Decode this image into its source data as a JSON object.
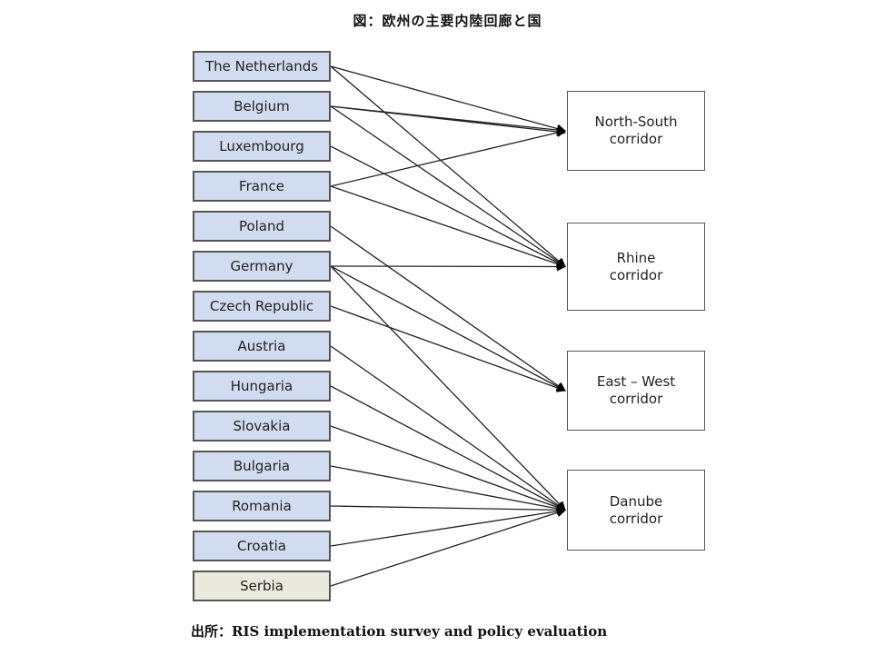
{
  "title": "図：欧州の主要内陸回廊と国",
  "source": "出所：RIS implementation survey and policy evaluation",
  "countries": [
    {
      "id": "nl",
      "label": "The Netherlands",
      "fill": "#d1dcf0"
    },
    {
      "id": "be",
      "label": "Belgium",
      "fill": "#d1dcf0"
    },
    {
      "id": "lu",
      "label": "Luxembourg",
      "fill": "#d1dcf0"
    },
    {
      "id": "fr",
      "label": "France",
      "fill": "#d1dcf0"
    },
    {
      "id": "pl",
      "label": "Poland",
      "fill": "#d1dcf0"
    },
    {
      "id": "de",
      "label": "Germany",
      "fill": "#d1dcf0"
    },
    {
      "id": "cz",
      "label": "Czech Republic",
      "fill": "#d1dcf0"
    },
    {
      "id": "at",
      "label": "Austria",
      "fill": "#d1dcf0"
    },
    {
      "id": "hu",
      "label": "Hungaria",
      "fill": "#d1dcf0"
    },
    {
      "id": "sk",
      "label": "Slovakia",
      "fill": "#d1dcf0"
    },
    {
      "id": "bg",
      "label": "Bulgaria",
      "fill": "#d1dcf0"
    },
    {
      "id": "ro",
      "label": "Romania",
      "fill": "#d1dcf0"
    },
    {
      "id": "hr",
      "label": "Croatia",
      "fill": "#d1dcf0"
    },
    {
      "id": "rs",
      "label": "Serbia",
      "fill": "#e9eadd"
    }
  ],
  "corridors": [
    {
      "id": "ns",
      "line1": "North-South",
      "line2": "corridor"
    },
    {
      "id": "rh",
      "line1": "Rhine",
      "line2": "corridor"
    },
    {
      "id": "ew",
      "line1": "East – West",
      "line2": "corridor"
    },
    {
      "id": "da",
      "line1": "Danube",
      "line2": "corridor"
    }
  ],
  "edges": [
    {
      "from": "nl",
      "to": "ns"
    },
    {
      "from": "nl",
      "to": "rh"
    },
    {
      "from": "be",
      "to": "ns"
    },
    {
      "from": "be",
      "to": "ns"
    },
    {
      "from": "be",
      "to": "rh"
    },
    {
      "from": "lu",
      "to": "rh"
    },
    {
      "from": "fr",
      "to": "ns"
    },
    {
      "from": "fr",
      "to": "rh"
    },
    {
      "from": "pl",
      "to": "ew"
    },
    {
      "from": "de",
      "to": "rh"
    },
    {
      "from": "de",
      "to": "ew"
    },
    {
      "from": "de",
      "to": "da"
    },
    {
      "from": "cz",
      "to": "ew"
    },
    {
      "from": "at",
      "to": "da"
    },
    {
      "from": "hu",
      "to": "da"
    },
    {
      "from": "sk",
      "to": "da"
    },
    {
      "from": "bg",
      "to": "da"
    },
    {
      "from": "ro",
      "to": "da"
    },
    {
      "from": "hr",
      "to": "da"
    },
    {
      "from": "rs",
      "to": "da"
    }
  ]
}
